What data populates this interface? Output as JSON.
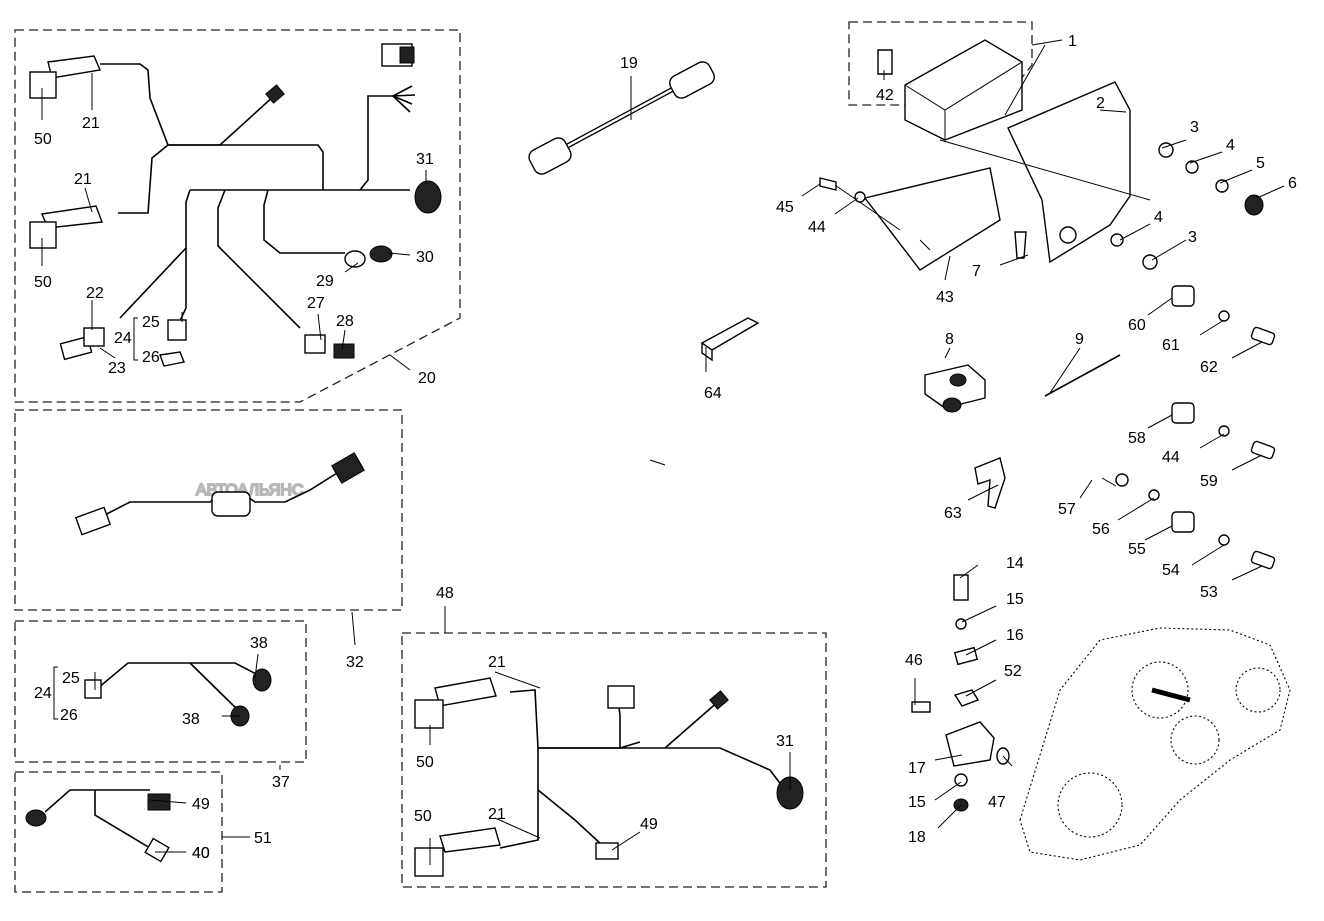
{
  "watermark": "АВТОАЛЬЯНС",
  "callouts": [
    "1",
    "2",
    "3",
    "4",
    "5",
    "6",
    "3",
    "4",
    "7",
    "8",
    "9",
    "14",
    "15",
    "16",
    "52",
    "17",
    "15",
    "18",
    "46",
    "47",
    "19",
    "20",
    "21",
    "21",
    "22",
    "23",
    "24",
    "25",
    "26",
    "27",
    "28",
    "29",
    "30",
    "31",
    "32",
    "37",
    "38",
    "38",
    "24",
    "25",
    "26",
    "40",
    "42",
    "43",
    "44",
    "45",
    "48",
    "49",
    "49",
    "40",
    "51",
    "50",
    "50",
    "50",
    "50",
    "21",
    "21",
    "31",
    "53",
    "54",
    "55",
    "56",
    "57",
    "58",
    "44",
    "59",
    "60",
    "61",
    "62",
    "63",
    "64"
  ]
}
